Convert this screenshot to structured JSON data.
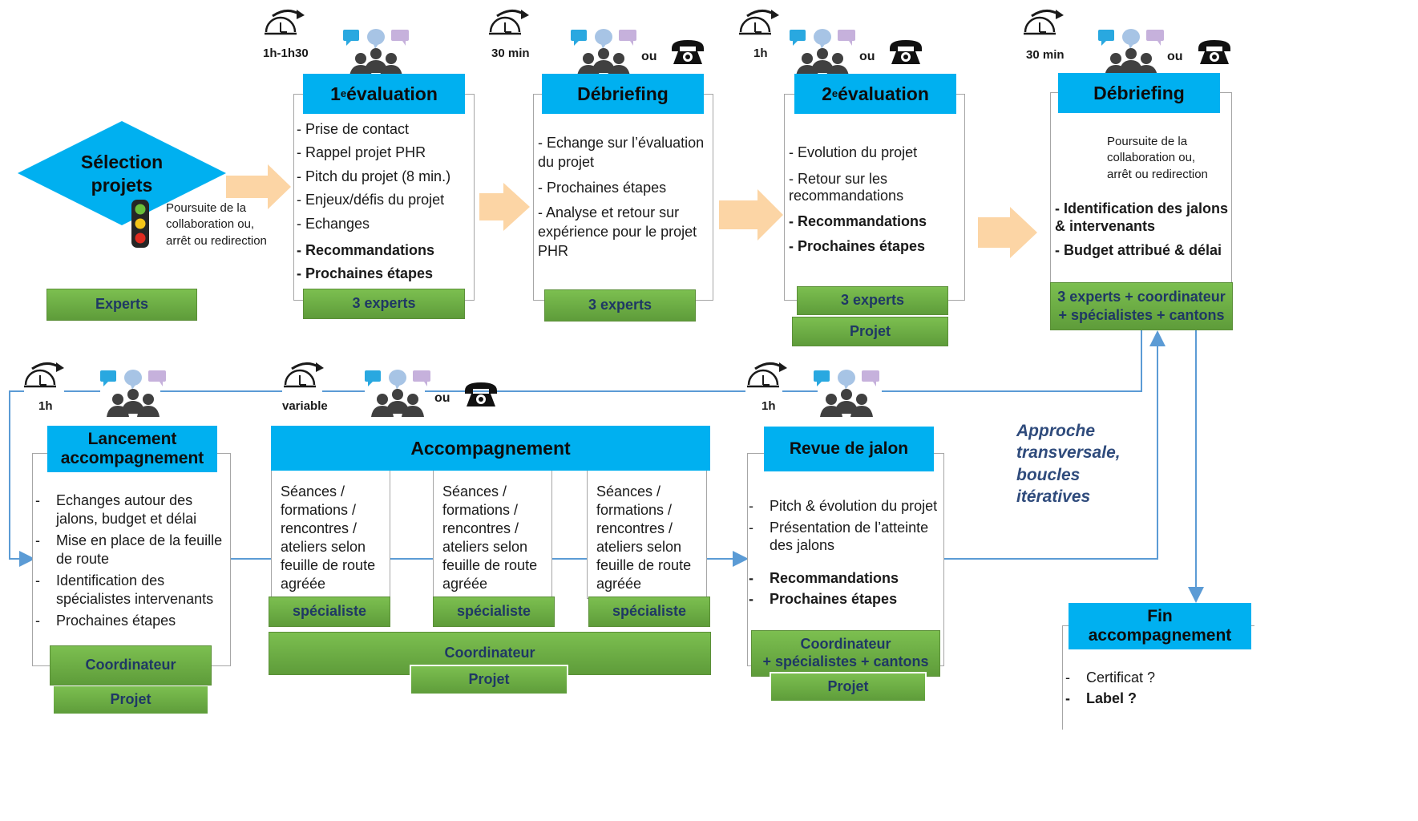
{
  "top": {
    "selection": {
      "title_l1": "Sélection",
      "title_l2": "projets",
      "note_l1": "Poursuite de la",
      "note_l2": "collaboration ou,",
      "note_l3": "arrêt ou redirection",
      "footer": "Experts"
    },
    "eval1": {
      "duration": "1h-1h30",
      "title_main": "1",
      "title_sup": "e",
      "title_rest": " évaluation",
      "items": [
        "- Prise de contact",
        "- Rappel projet PHR",
        "- Pitch du projet (8 min.)",
        "- Enjeux/défis du projet",
        "- Echanges"
      ],
      "bold_items": [
        "- Recommandations",
        "- Prochaines étapes"
      ],
      "footer": "3 experts"
    },
    "debrief1": {
      "duration": "30 min",
      "or": "ou",
      "title": "Débriefing",
      "items": [
        "- Echange sur l’évaluation du projet",
        "- Prochaines étapes",
        "- Analyse et retour sur expérience pour le projet PHR"
      ],
      "footer": "3 experts"
    },
    "eval2": {
      "duration": "1h",
      "or": "ou",
      "title_main": "2",
      "title_sup": "e",
      "title_rest": " évaluation",
      "items": [
        "- Evolution du projet",
        "- Retour sur les recommandations"
      ],
      "bold_items": [
        "- Recommandations",
        "- Prochaines étapes"
      ],
      "footer1": "3 experts",
      "footer2": "Projet"
    },
    "debrief2": {
      "duration": "30 min",
      "or": "ou",
      "title": "Débriefing",
      "note_l1": "Poursuite de la",
      "note_l2": "collaboration ou,",
      "note_l3": "arrêt ou redirection",
      "bold_items": [
        "- Identification des jalons & intervenants",
        "- Budget attribué  & délai"
      ],
      "footer_l1": "3 experts + coordinateur",
      "footer_l2": "+ spécialistes + cantons"
    }
  },
  "bottom": {
    "launch": {
      "duration": "1h",
      "title_l1": "Lancement",
      "title_l2": "accompagnement",
      "items": [
        "Echanges autour des jalons, budget et délai",
        "Mise en place de la feuille de route",
        "Identification des spécialistes intervenants",
        "Prochaines étapes"
      ],
      "dash": "-",
      "footer1": "Coordinateur",
      "footer2": "Projet"
    },
    "support": {
      "duration": "variable",
      "or": "ou",
      "title": "Accompagnement",
      "session_text": [
        "Séances /",
        "formations /",
        "rencontres /",
        "ateliers selon",
        "feuille de route",
        "agréée"
      ],
      "specialist": "spécialiste",
      "footer1": "Coordinateur",
      "footer2": "Projet"
    },
    "milestone": {
      "duration": "1h",
      "title": "Revue de jalon",
      "items": [
        "Pitch & évolution du projet",
        "Présentation de l’atteinte des jalons"
      ],
      "bold_items": [
        "Recommandations",
        "Prochaines étapes"
      ],
      "dash": "-",
      "footer1_l1": "Coordinateur",
      "footer1_l2": "+ spécialistes + cantons",
      "footer2": "Projet"
    },
    "approach": {
      "l1": "Approche",
      "l2": "transversale,",
      "l3": "boucles",
      "l4": "itératives"
    },
    "end": {
      "title_l1": "Fin",
      "title_l2": "accompagnement",
      "items": [
        "Certificat ?"
      ],
      "bold_items": [
        "Label ?"
      ],
      "dash": "-"
    }
  },
  "colors": {
    "header_blue": "#00b0f0",
    "footer_green": "#70ad47",
    "footer_text": "#1f3864",
    "arrow_peach": "#fcd5a5",
    "connector_blue": "#5b9bd5"
  }
}
